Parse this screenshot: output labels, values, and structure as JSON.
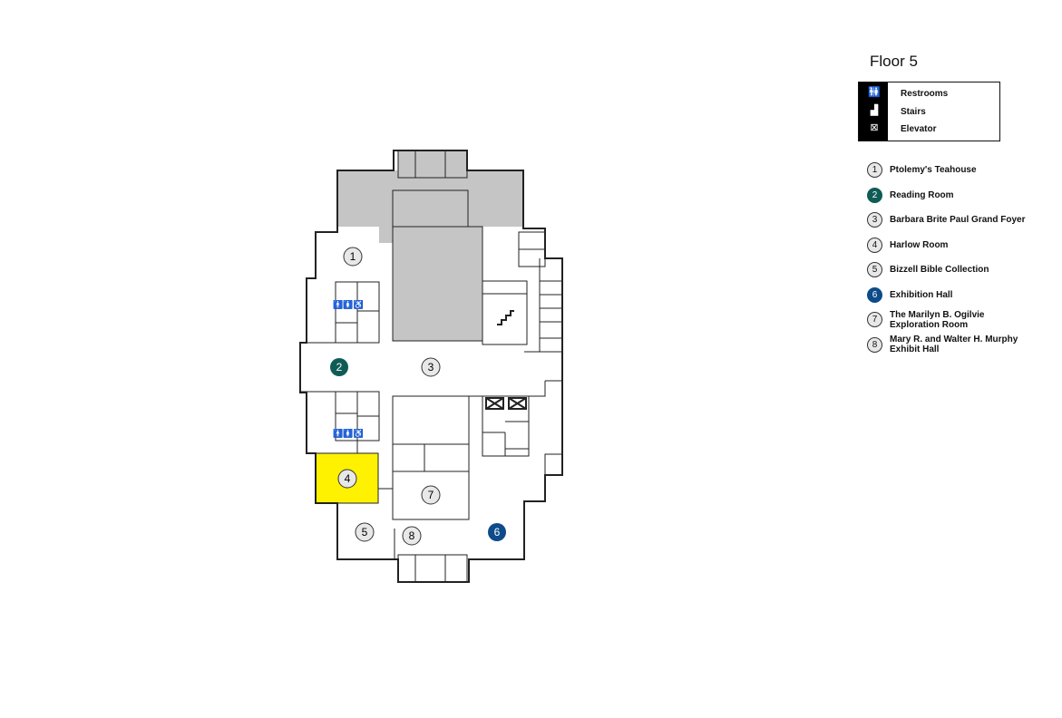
{
  "floor_title": "Floor 5",
  "key": [
    {
      "icon": "restroom-icon",
      "glyph": "🚻",
      "label": "Restrooms"
    },
    {
      "icon": "stairs-icon",
      "glyph": "⌐",
      "label": "Stairs"
    },
    {
      "icon": "elevator-icon",
      "glyph": "⊠",
      "label": "Elevator"
    }
  ],
  "rooms": [
    {
      "number": "1",
      "name": "Ptolemy's Teahouse",
      "color": "#e8e8e8"
    },
    {
      "number": "2",
      "name": "Reading Room",
      "color": "#0f5c56"
    },
    {
      "number": "3",
      "name": "Barbara Brite Paul Grand Foyer",
      "color": "#e8e8e8"
    },
    {
      "number": "4",
      "name": "Harlow Room",
      "color": "#e8e8e8"
    },
    {
      "number": "5",
      "name": "Bizzell Bible Collection",
      "color": "#e8e8e8"
    },
    {
      "number": "6",
      "name": "Exhibition Hall",
      "color": "#0d4b8a"
    },
    {
      "number": "7",
      "name": "The Marilyn B. Ogilvie Exploration Room",
      "color": "#e8e8e8"
    },
    {
      "number": "8",
      "name": "Mary R. and Walter H. Murphy Exhibit Hall",
      "color": "#e8e8e8"
    }
  ],
  "colors": {
    "highlight": "#fff200",
    "gray": "#c4c5c4",
    "teal": "#0f5c56",
    "blue": "#0d4b8a"
  }
}
